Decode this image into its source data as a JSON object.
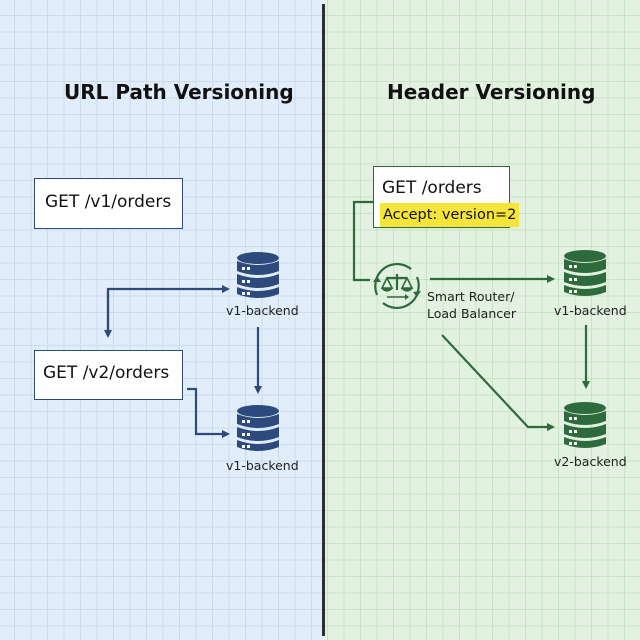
{
  "colors": {
    "left_accent": "#2c4a7c",
    "right_accent": "#2e6b3c",
    "highlight": "#f5e53a",
    "divider": "#2b2f33"
  },
  "left": {
    "title": "URL Path Versioning",
    "request_v1": "GET /v1/orders",
    "request_v2": "GET /v2/orders",
    "backend_top": {
      "label": "v1-backend",
      "icon": "database-icon"
    },
    "backend_bottom": {
      "label": "v1-backend",
      "icon": "database-icon"
    }
  },
  "right": {
    "title": "Header Versioning",
    "request": "GET /orders",
    "header": "Accept: version=2",
    "router": {
      "label_line1": "Smart Router/",
      "label_line2": "Load Balancer",
      "icon": "balance-scale-cycle-icon"
    },
    "backend_top": {
      "label": "v1-backend",
      "icon": "database-icon"
    },
    "backend_bottom": {
      "label": "v2-backend",
      "icon": "database-icon"
    }
  }
}
